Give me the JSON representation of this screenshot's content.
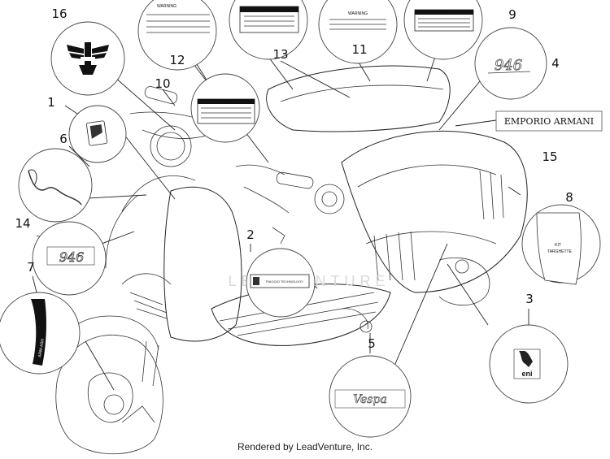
{
  "callouts": {
    "c1": "1",
    "c2": "2",
    "c3": "3",
    "c4": "4",
    "c5": "5",
    "c6": "6",
    "c7": "7",
    "c8": "8",
    "c9": "9",
    "c10": "10",
    "c11": "11",
    "c12": "12",
    "c13": "13",
    "c14": "14",
    "c15": "15",
    "c16": "16"
  },
  "labels": {
    "warning": "WARNING",
    "emporio_armani": "EMPORIO ARMANI",
    "kit_line1": "KIT",
    "kit_line2": "TARGHETTE",
    "piaggio_tech": "PIAGGIO TECHNOLOGY",
    "model_946": "946",
    "vespa": "Vespa",
    "eni": "eni",
    "arm_ash": "ARM-ASH",
    "watermark": "LEADVENTURE"
  },
  "footer": "Rendered by LeadVenture, Inc."
}
